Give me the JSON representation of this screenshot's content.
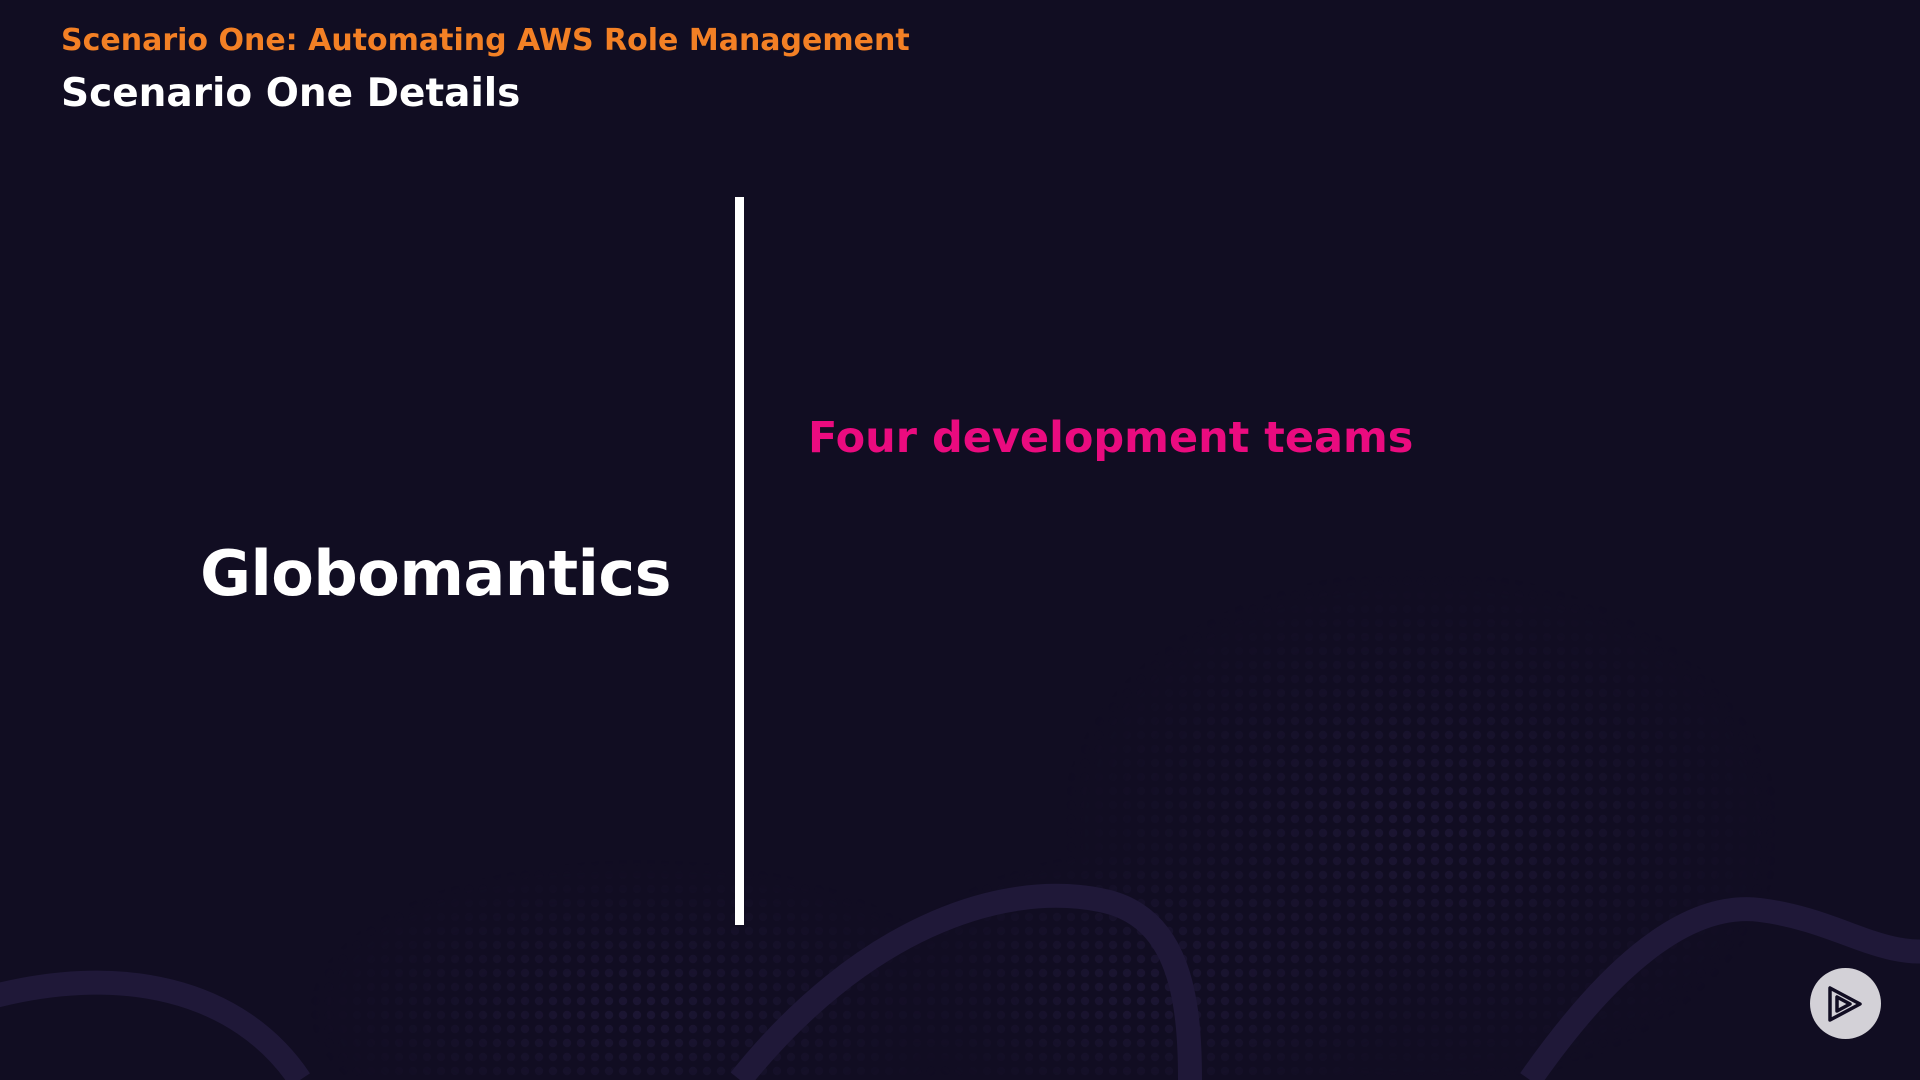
{
  "slide": {
    "section_title": "Scenario One: Automating AWS Role Management",
    "title": "Scenario One Details",
    "company": "Globomantics",
    "detail_point": "Four development teams"
  },
  "logo": {
    "icon": "play-logo-icon"
  },
  "colors": {
    "background": "#110d22",
    "section_title": "#f38025",
    "title": "#ffffff",
    "company": "#ffffff",
    "divider": "#ffffff",
    "detail_point": "#ea0b7f",
    "logo_circle": "#d3d1d7",
    "logo_glyph": "#110d22",
    "pattern": "#1f1838"
  }
}
